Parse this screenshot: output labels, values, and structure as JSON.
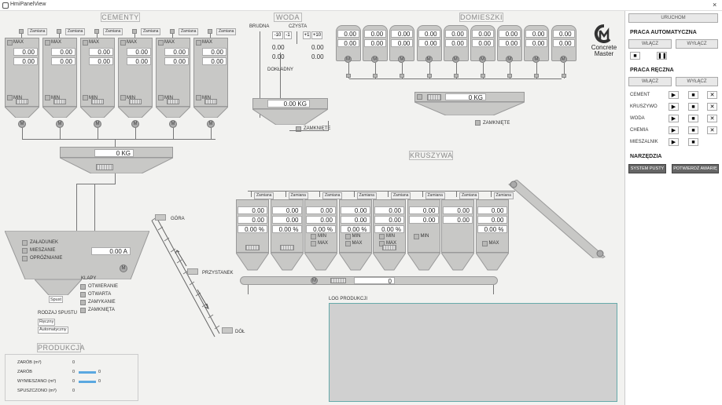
{
  "window": {
    "title": "HmiPanelView",
    "close": "×"
  },
  "sections": {
    "cementy": "CEMENTY",
    "woda": "WODA",
    "domieszki": "DOMIESZKI",
    "kruszywa": "KRUSZYWA",
    "produkcja": "PRODUKCJA"
  },
  "zamiana": "Zamiana",
  "cement": {
    "silos": [
      {
        "v1": "0.00",
        "v2": "0.00"
      },
      {
        "v1": "0.00",
        "v2": "0.00"
      },
      {
        "v1": "0.00",
        "v2": "0.00"
      },
      {
        "v1": "0.00",
        "v2": "0.00"
      },
      {
        "v1": "0.00",
        "v2": "0.00"
      },
      {
        "v1": "0.00",
        "v2": "0.00"
      }
    ],
    "max": "MAX",
    "min": "MIN",
    "scale": "0 KG"
  },
  "woda": {
    "brudna": "BRUDNA",
    "czysta": "CZYSTA",
    "dokladny": "DOKŁADNY",
    "minus10": "-10",
    "minus1": "-1",
    "plus1": "+1",
    "plus10": "+10",
    "l1": "0.00",
    "l2": "0.00",
    "r1": "0.00",
    "r2": "0.00",
    "scale": "0.00 KG",
    "zamkniete": "ZAMKNIĘTE"
  },
  "domieszki": {
    "tanks": [
      [
        "0.00",
        "0.00"
      ],
      [
        "0.00",
        "0.00"
      ],
      [
        "0.00",
        "0.00"
      ],
      [
        "0.00",
        "0.00"
      ],
      [
        "0.00",
        "0.00"
      ],
      [
        "0.00",
        "0.00"
      ],
      [
        "0.00",
        "0.00"
      ],
      [
        "0.00",
        "0.00"
      ],
      [
        "0.00",
        "0.00"
      ]
    ],
    "scale": "0 KG",
    "zamkniete": "ZAMKNIĘTE"
  },
  "kruszywa": {
    "bins": [
      [
        "0.00",
        "0.00",
        "0.00 %"
      ],
      [
        "0.00",
        "0.00",
        "0.00 %"
      ],
      [
        "0.00",
        "0.00",
        "0.00 %"
      ],
      [
        "0.00",
        "0.00",
        "0.00 %"
      ],
      [
        "0.00",
        "0.00",
        "0.00 %"
      ],
      [
        "0.00",
        "0.00",
        ""
      ],
      [
        "0.00",
        "0.00",
        ""
      ],
      [
        "0.00",
        "0.00",
        "0.00 %"
      ]
    ],
    "belt": "0",
    "min": "MIN",
    "max": "MAX"
  },
  "mixer": {
    "zaladunek": "ZAŁADUNEK",
    "mieszanie": "MIESZANIE",
    "oproznianie": "OPRÓŻNIANIE",
    "amp": "0.00 A",
    "spust": "Spust"
  },
  "klapy": {
    "title": "KLAPY",
    "items": [
      "OTWIERANIE",
      "OTWARTA",
      "ZAMYKANIE",
      "ZAMKNIĘTA"
    ]
  },
  "rodzaj": {
    "title": "RODZAJ SPUSTU",
    "reczny": "Ręczny",
    "auto": "Automatyczny"
  },
  "skip": {
    "gora": "GÓRA",
    "przystanek": "PRZYSTANEK",
    "dol": "DÓŁ"
  },
  "log": {
    "title": "LOG PRODUKCJI"
  },
  "produkcja": {
    "rows": [
      {
        "label": "ZARÓB (m³)",
        "value": "0",
        "bar": false,
        "bar_value": ""
      },
      {
        "label": "ZARÓB",
        "value": "0",
        "bar": true,
        "bar_value": "0"
      },
      {
        "label": "WYMIESZANO (m³)",
        "value": "0",
        "bar": true,
        "bar_value": "0"
      },
      {
        "label": "SPUSZCZONO (m³)",
        "value": "0",
        "bar": false,
        "bar_value": ""
      }
    ]
  },
  "logo": {
    "line1": "Concrete",
    "line2": "Master"
  },
  "panel": {
    "uruchom": "URUCHOM",
    "auto_title": "PRACA AUTOMATYCZNA",
    "wlacz": "WŁĄCZ",
    "wylacz": "WYŁĄCZ",
    "manual_title": "PRACA RĘCZNA",
    "wlacz2": "WŁĄCZ",
    "wylacz2": "WYŁĄCZ",
    "rows": [
      "CEMENT",
      "KRUSZYWO",
      "WODA",
      "CHEMIA",
      "MIESZALNIK"
    ],
    "tools_title": "NARZĘDZIA",
    "system_pusty": "SYSTEM PUSTY",
    "potwierdz": "POTWIERDŹ AWARIĘ"
  },
  "colors": {
    "accent": "#5aa8e0",
    "panel": "#f2f2f0",
    "silo": "#c8c8c6"
  }
}
